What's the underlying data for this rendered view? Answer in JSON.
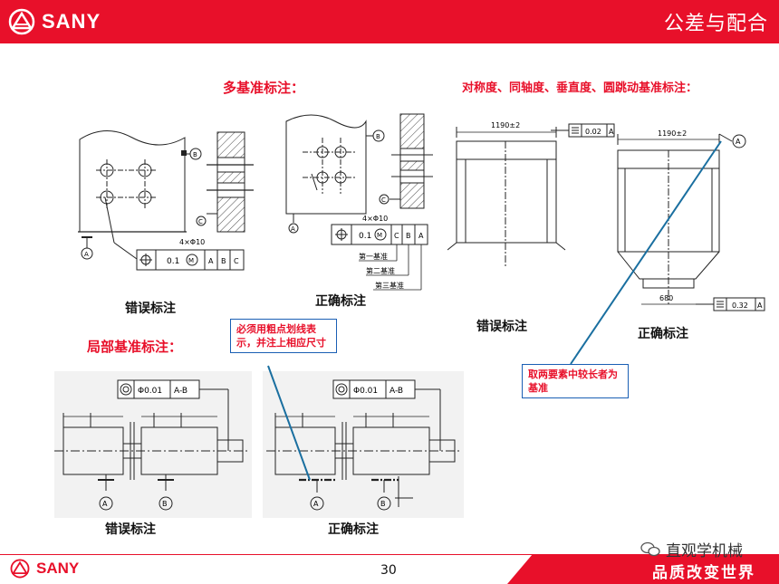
{
  "header": {
    "brand": "SANY",
    "title": "公差与配合",
    "color": "#e8102a"
  },
  "sections": {
    "multi_datum": "多基准标注：",
    "symmetry": "对称度、同轴度、垂直度、圆跳动基准标注：",
    "local_datum": "局部基准标注："
  },
  "captions": {
    "wrong": "错误标注",
    "correct": "正确标注"
  },
  "notes": {
    "thick_line": "必须用粗点划线表示，并注上相应尺寸",
    "longer_datum": "取两要素中较长者为基准"
  },
  "drawings": {
    "datum_a": "A",
    "datum_b": "B",
    "datum_c": "C",
    "hole_spec": "4×Φ10",
    "pos_tol": "0.1",
    "mmc": "M",
    "first_datum": "第一基准",
    "second_datum": "第二基准",
    "third_datum": "第三基准",
    "dim_1190": "1190±2",
    "sym_tol": "0.02",
    "sym_tol2": "0.32",
    "dim_680": "680",
    "coax_tol": "Φ0.01",
    "datum_ab": "A-B"
  },
  "footer": {
    "brand": "SANY",
    "page": "30",
    "slogan": "品质改变世界",
    "watermark": "直观学机械"
  }
}
